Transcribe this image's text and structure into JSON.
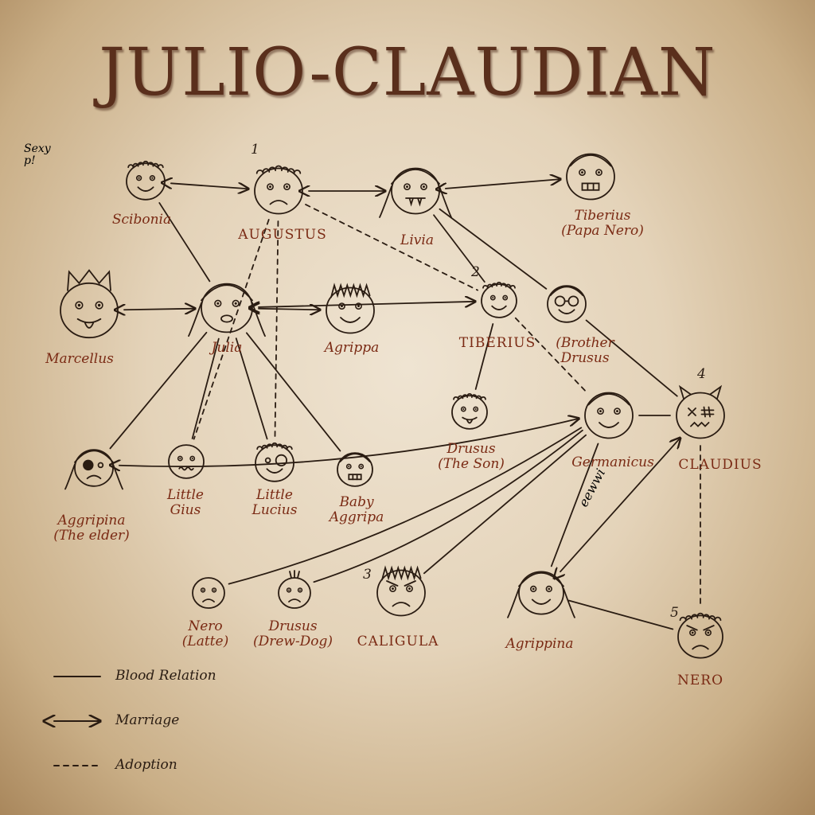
{
  "title": "JULIO-CLAUDIAN",
  "note": "Sexy\np!",
  "aside": "eewwi",
  "colors": {
    "ink": "#2a1c12",
    "label": "#7a2a14",
    "title": "#5a2f1c"
  },
  "people": [
    {
      "id": "scribonia",
      "label": "Scibonia",
      "face": "smile",
      "hair": "curly"
    },
    {
      "id": "augustus",
      "label": "AUGUSTUS",
      "number": "1",
      "face": "frown",
      "hair": "curly",
      "caps": true
    },
    {
      "id": "livia",
      "label": "Livia",
      "face": "fangs",
      "hair": "long"
    },
    {
      "id": "tiberius-nero",
      "label": "Tiberius\n(Papa Nero)",
      "face": "teeth",
      "hair": "short"
    },
    {
      "id": "marcellus",
      "label": "Marcellus",
      "face": "tongue",
      "hair": "crown"
    },
    {
      "id": "julia",
      "label": "Julia",
      "face": "lips",
      "hair": "long"
    },
    {
      "id": "agrippa",
      "label": "Agrippa",
      "face": "smile",
      "hair": "spiky"
    },
    {
      "id": "tiberius",
      "label": "TIBERIUS",
      "number": "2",
      "face": "smile",
      "hair": "curly",
      "caps": true
    },
    {
      "id": "drusus-brother",
      "label": "(Brother\nDrusus",
      "face": "glasses",
      "hair": "short"
    },
    {
      "id": "drusus-son",
      "label": "Drusus\n(The Son)",
      "face": "tongue",
      "hair": "curly"
    },
    {
      "id": "germanicus",
      "label": "Germanicus",
      "face": "smile",
      "hair": "short"
    },
    {
      "id": "claudius",
      "label": "CLAUDIUS",
      "number": "4",
      "face": "scribble",
      "hair": "horns",
      "caps": true
    },
    {
      "id": "aggripina-elder",
      "label": "Aggripina\n(The elder)",
      "face": "eyepatch",
      "hair": "long"
    },
    {
      "id": "little-gius",
      "label": "Little\nGius",
      "face": "wavy",
      "hair": "none"
    },
    {
      "id": "little-lucius",
      "label": "Little\nLucius",
      "face": "monocle",
      "hair": "curly"
    },
    {
      "id": "baby-aggripa",
      "label": "Baby\nAggripa",
      "face": "teeth",
      "hair": "short"
    },
    {
      "id": "nero-latte",
      "label": "Nero\n(Latte)",
      "face": "frown",
      "hair": "none"
    },
    {
      "id": "drusus-drew-dog",
      "label": "Drusus\n(Drew-Dog)",
      "face": "frown",
      "hair": "tuft"
    },
    {
      "id": "caligula",
      "label": "CALIGULA",
      "number": "3",
      "face": "angry",
      "hair": "spiky",
      "caps": true
    },
    {
      "id": "agrippina",
      "label": "Agrippina",
      "face": "smile",
      "hair": "long"
    },
    {
      "id": "nero",
      "label": "NERO",
      "number": "5",
      "face": "angry",
      "hair": "curly",
      "caps": true
    }
  ],
  "relations": [
    {
      "from": "scribonia",
      "to": "augustus",
      "type": "marriage"
    },
    {
      "from": "augustus",
      "to": "livia",
      "type": "marriage"
    },
    {
      "from": "livia",
      "to": "tiberius-nero",
      "type": "marriage"
    },
    {
      "from": "marcellus",
      "to": "julia",
      "type": "marriage"
    },
    {
      "from": "julia",
      "to": "agrippa",
      "type": "marriage"
    },
    {
      "from": "julia",
      "to": "tiberius",
      "type": "marriage"
    },
    {
      "from": "scribonia",
      "to": "julia",
      "type": "blood"
    },
    {
      "from": "augustus",
      "to": "tiberius",
      "type": "adoption"
    },
    {
      "from": "livia",
      "to": "tiberius",
      "type": "blood"
    },
    {
      "from": "livia",
      "to": "drusus-brother",
      "type": "blood"
    },
    {
      "from": "tiberius",
      "to": "drusus-son",
      "type": "blood"
    },
    {
      "from": "tiberius",
      "to": "germanicus",
      "type": "adoption"
    },
    {
      "from": "drusus-brother",
      "to": "claudius",
      "type": "blood"
    },
    {
      "from": "germanicus",
      "to": "claudius",
      "type": "blood"
    },
    {
      "from": "julia",
      "to": "aggripina-elder",
      "type": "blood"
    },
    {
      "from": "julia",
      "to": "little-gius",
      "type": "blood"
    },
    {
      "from": "julia",
      "to": "little-lucius",
      "type": "blood"
    },
    {
      "from": "julia",
      "to": "baby-aggripa",
      "type": "blood"
    },
    {
      "from": "augustus",
      "to": "little-gius",
      "type": "adoption"
    },
    {
      "from": "augustus",
      "to": "little-lucius",
      "type": "adoption"
    },
    {
      "from": "aggripina-elder",
      "to": "germanicus",
      "type": "marriage"
    },
    {
      "from": "germanicus",
      "to": "nero-latte",
      "type": "blood"
    },
    {
      "from": "germanicus",
      "to": "drusus-drew-dog",
      "type": "blood"
    },
    {
      "from": "germanicus",
      "to": "caligula",
      "type": "blood"
    },
    {
      "from": "germanicus",
      "to": "agrippina",
      "type": "blood"
    },
    {
      "from": "agrippina",
      "to": "claudius",
      "type": "marriage"
    },
    {
      "from": "claudius",
      "to": "nero",
      "type": "adoption"
    },
    {
      "from": "agrippina",
      "to": "nero",
      "type": "blood"
    }
  ],
  "legend": [
    {
      "type": "blood",
      "label": "Blood Relation"
    },
    {
      "type": "marriage",
      "label": "Marriage"
    },
    {
      "type": "adoption",
      "label": "Adoption"
    }
  ]
}
